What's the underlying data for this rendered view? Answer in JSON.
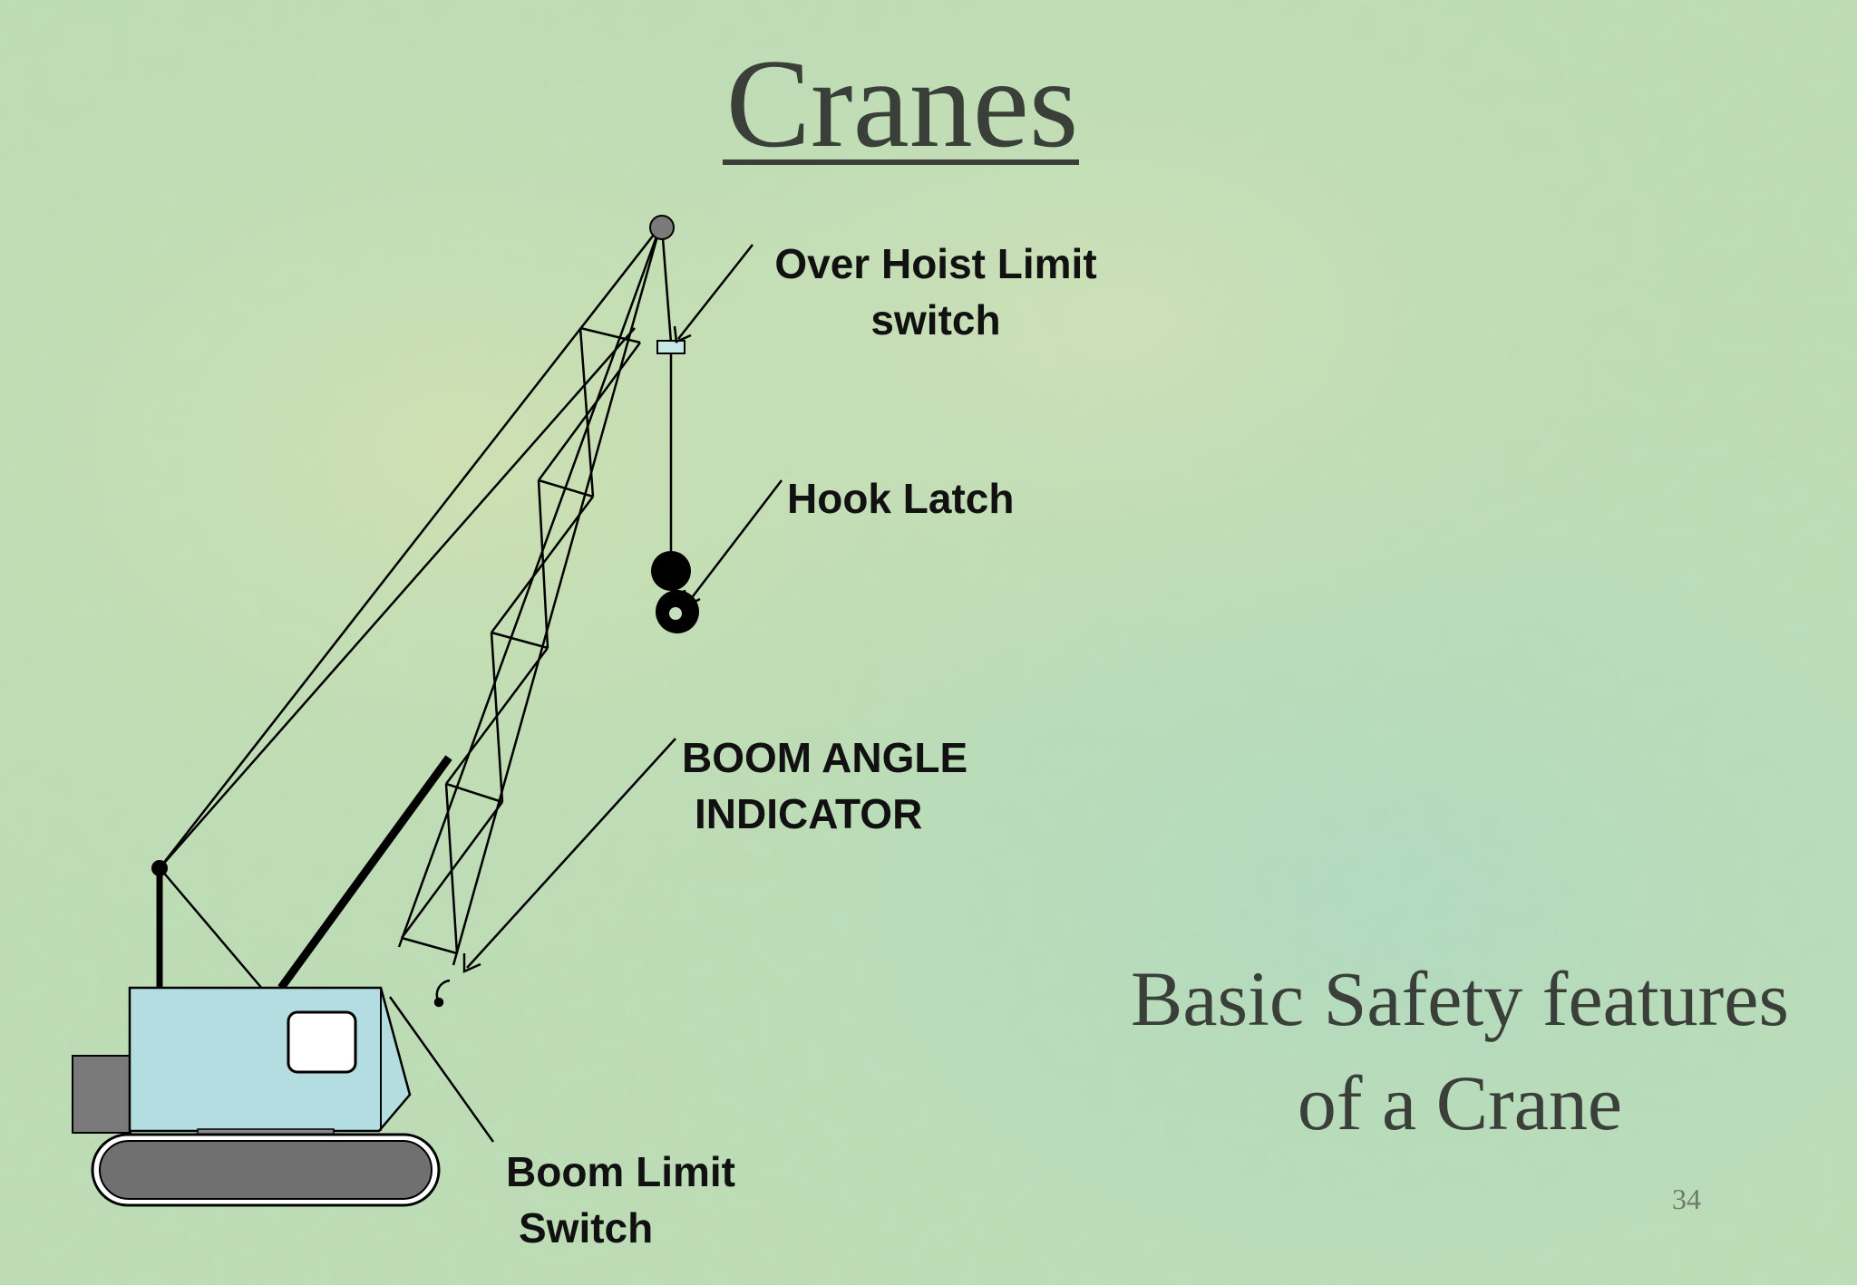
{
  "slide": {
    "title": "Cranes",
    "subtitle_line1": "Basic Safety features",
    "subtitle_line2": "of a Crane",
    "page_number": "34"
  },
  "labels": {
    "over_hoist_line1": "Over Hoist Limit",
    "over_hoist_line2": "switch",
    "hook_latch": "Hook Latch",
    "boom_angle_line1": "BOOM ANGLE",
    "boom_angle_line2": "INDICATOR",
    "boom_limit_line1": "Boom Limit",
    "boom_limit_line2": "Switch"
  },
  "colors": {
    "background": "#bcdcb4",
    "cab": "#b3dde0",
    "track": "#707070",
    "counterweight": "#7a7a7a",
    "text_dark": "#3a3f3a",
    "label_text": "#111111"
  }
}
